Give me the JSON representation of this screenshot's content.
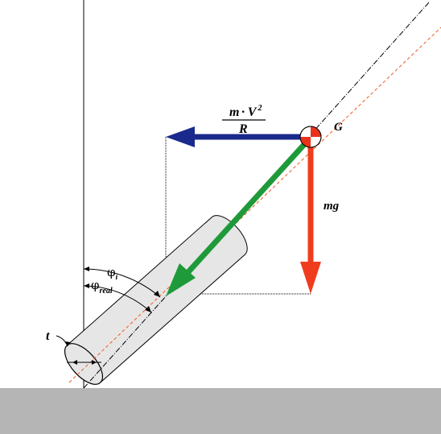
{
  "labels": {
    "centrifugal_numerator_m": "m",
    "centrifugal_numerator_dot": "·",
    "centrifugal_numerator_V": "V",
    "centrifugal_numerator_exp": "2",
    "centrifugal_denominator": "R",
    "gravity_center": "G",
    "weight": "mg",
    "thickness": "t",
    "phi_i_symbol": "φ",
    "phi_i_sub": "i",
    "phi_real_symbol": "φ",
    "phi_real_sub": "real"
  },
  "colors": {
    "centrifugal_arrow": "#1a2a8c",
    "resultant_arrow": "#1e9a3a",
    "weight_arrow": "#f03c1e",
    "ground": "#b5b5b5",
    "cylinder_fill": "#e6e6e6",
    "orange_axis": "#f05a1e",
    "gravity_marker_red": "#e8331a"
  },
  "icons": {
    "center_of_gravity": "center-of-gravity-icon"
  }
}
